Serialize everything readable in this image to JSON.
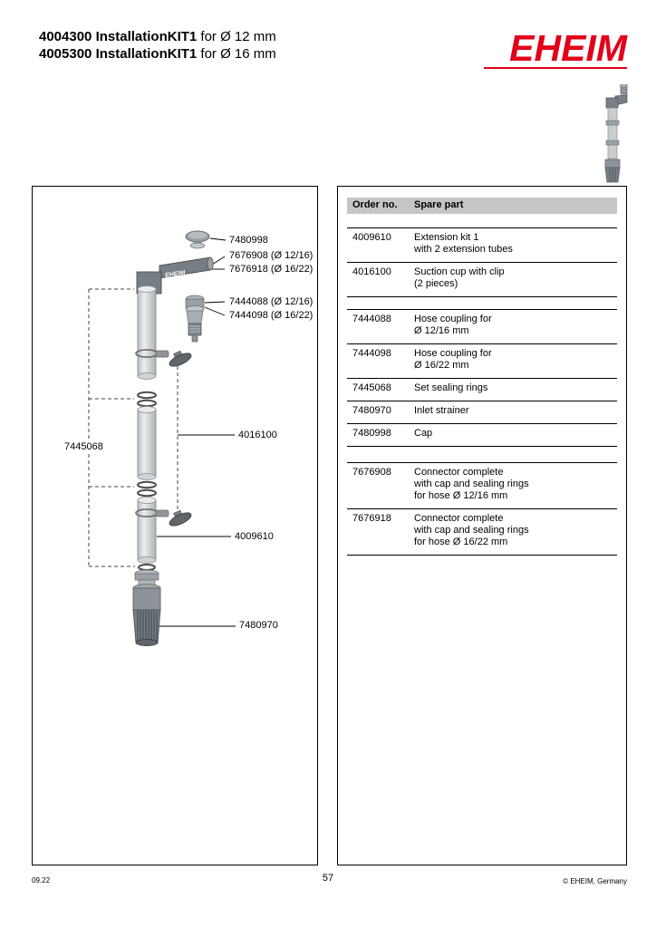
{
  "header": {
    "line1_bold": "4004300 InstallationKIT1",
    "line1_regular": "for Ø 12 mm",
    "line2_bold": "4005300 InstallationKIT1",
    "line2_regular": "for Ø 16 mm",
    "logo_text": "EHEIM"
  },
  "colors": {
    "logo_red": "#e2001a",
    "table_header_bg": "#c6c6c6"
  },
  "diagram": {
    "labels": {
      "cap": "7480998",
      "connector_small": "7676908 (Ø 12/16)",
      "connector_large": "7676918 (Ø 16/22)",
      "coupling_small": "7444088 (Ø 12/16)",
      "coupling_large": "7444098 (Ø 16/22)",
      "sealing_rings": "7445068",
      "suction_cup": "4016100",
      "extension_kit": "4009610",
      "inlet_strainer": "7480970"
    },
    "connector_brand": "EHEIM"
  },
  "table": {
    "headers": [
      "Order no.",
      "Spare part"
    ],
    "groups": [
      {
        "rows": [
          {
            "order_no": "4009610",
            "lines": [
              "Extension kit 1",
              "with 2 extension tubes"
            ]
          },
          {
            "order_no": "4016100",
            "lines": [
              "Suction cup with clip",
              "(2 pieces)"
            ]
          }
        ]
      },
      {
        "rows": [
          {
            "order_no": "7444088",
            "lines": [
              "Hose coupling for",
              "Ø 12/16 mm"
            ]
          },
          {
            "order_no": "7444098",
            "lines": [
              "Hose coupling for",
              "Ø 16/22 mm"
            ]
          },
          {
            "order_no": "7445068",
            "lines": [
              "Set sealing rings"
            ]
          },
          {
            "order_no": "7480970",
            "lines": [
              "Inlet strainer"
            ]
          },
          {
            "order_no": "7480998",
            "lines": [
              "Cap"
            ]
          }
        ]
      },
      {
        "rows": [
          {
            "order_no": "7676908",
            "lines": [
              "Connector complete",
              "with cap and sealing rings",
              "for hose Ø 12/16 mm"
            ]
          },
          {
            "order_no": "7676918",
            "lines": [
              "Connector complete",
              "with cap and sealing rings",
              "for hose Ø 16/22 mm"
            ]
          }
        ]
      }
    ]
  },
  "footer": {
    "date": "09.22",
    "page_number": "57",
    "copyright": "© EHEIM, Germany"
  }
}
